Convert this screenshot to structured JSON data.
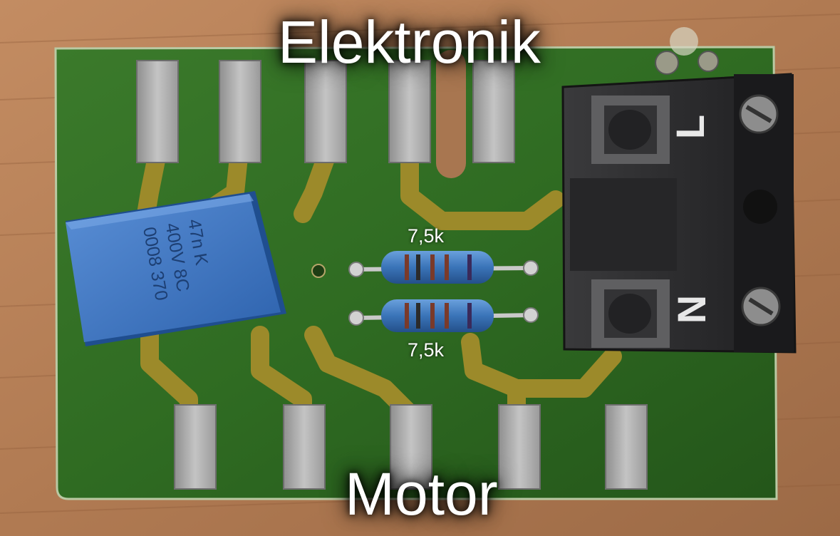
{
  "labels": {
    "top": "Elektronik",
    "bottom": "Motor",
    "resistor_top": "7,5k",
    "resistor_bottom": "7,5k"
  },
  "capacitor": {
    "line1": "47n  K",
    "line2": "400V 8C",
    "line3": "0008 370"
  },
  "terminal": {
    "pin_top": "L",
    "pin_bottom": "N"
  },
  "colors": {
    "wood": "#b07a52",
    "pcb": "#2f6b22",
    "trace": "#9c8a2a",
    "pad": "#a7a7a7",
    "capacitor": "#3e78c4",
    "resistor": "#3a74b8",
    "terminal": "#2b2b2d"
  }
}
